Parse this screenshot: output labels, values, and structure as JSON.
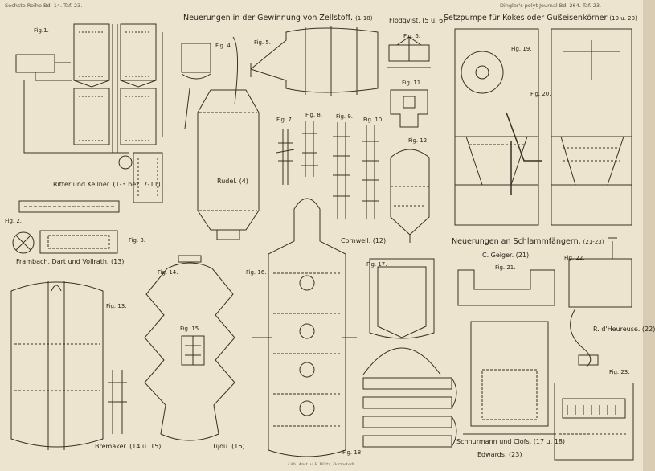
{
  "header": {
    "left": "Sechste Reihe Bd. 14. Taf. 23.",
    "right": "Dingler's polyt Journal Bd. 264. Taf. 23."
  },
  "section_titles": {
    "zellstoff": "Neuerungen in der Gewinnung von Zellstoff.",
    "zellstoff_range": "(1-18)",
    "setzpumpe": "Setzpumpe für Kokes oder Gußeisenkörner",
    "setzpumpe_range": "(19 u. 20)",
    "schlamm": "Neuerungen an Schlammfängern.",
    "schlamm_range": "(21-23)"
  },
  "figure_labels": {
    "fig1": "Fig.1.",
    "fig2": "Fig. 2.",
    "fig3": "Fig. 3.",
    "fig4": "Fig. 4.",
    "fig5": "Fig. 5.",
    "fig6": "Fig. 6.",
    "fig7": "Fig. 7.",
    "fig8": "Fig. 8.",
    "fig9": "Fig. 9.",
    "fig10": "Fig. 10.",
    "fig11": "Fig. 11.",
    "fig12": "Fig. 12.",
    "fig13": "Fig. 13.",
    "fig14": "Fig. 14.",
    "fig15": "Fig. 15.",
    "fig16": "Fig. 16.",
    "fig17": "Fig. 17.",
    "fig18": "Fig. 18.",
    "fig19": "Fig. 19.",
    "fig20": "Fig. 20.",
    "fig21": "Fig. 21.",
    "fig22": "Fig. 22.",
    "fig23": "Fig. 23."
  },
  "captions": {
    "ritter": "Ritter und Kellner. (1-3 bez. 7-11)",
    "rudel": "Rudel. (4)",
    "flodqvist": "Flodqvist. (5 u. 6)",
    "frambach": "Frambach, Dart und Vollrath. (13)",
    "bremaker": "Bremaker. (14 u. 15)",
    "tijou": "Tijou. (16)",
    "cornwell": "Cornwell. (12)",
    "geiger": "C. Geiger. (21)",
    "heureuse": "R. d'Heureuse. (22)",
    "schnurmann": "Schnurmann und Clofs. (17 u. 18)",
    "edwards": "Edwards. (23)",
    "printer": "Lith. Anst. v. F. Wirtz, Darmstadt."
  }
}
